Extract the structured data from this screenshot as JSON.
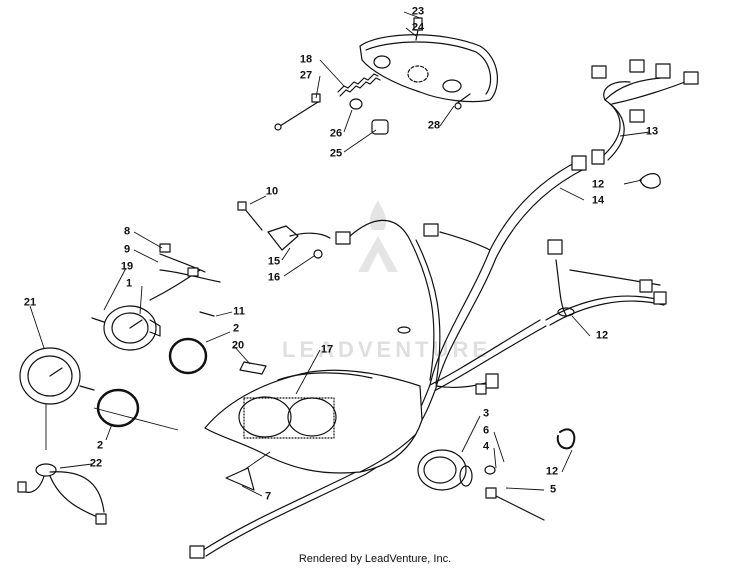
{
  "diagram": {
    "callouts": [
      {
        "id": "c23",
        "label": "23"
      },
      {
        "id": "c24",
        "label": "24"
      },
      {
        "id": "c18",
        "label": "18"
      },
      {
        "id": "c27",
        "label": "27"
      },
      {
        "id": "c26",
        "label": "26"
      },
      {
        "id": "c25",
        "label": "25"
      },
      {
        "id": "c28",
        "label": "28"
      },
      {
        "id": "c13",
        "label": "13"
      },
      {
        "id": "c12a",
        "label": "12"
      },
      {
        "id": "c14",
        "label": "14"
      },
      {
        "id": "c10",
        "label": "10"
      },
      {
        "id": "c15",
        "label": "15"
      },
      {
        "id": "c16",
        "label": "16"
      },
      {
        "id": "c8",
        "label": "8"
      },
      {
        "id": "c9",
        "label": "9"
      },
      {
        "id": "c19",
        "label": "19"
      },
      {
        "id": "c1",
        "label": "1"
      },
      {
        "id": "c11",
        "label": "11"
      },
      {
        "id": "c21",
        "label": "21"
      },
      {
        "id": "c2a",
        "label": "2"
      },
      {
        "id": "c20",
        "label": "20"
      },
      {
        "id": "c17",
        "label": "17"
      },
      {
        "id": "c12b",
        "label": "12"
      },
      {
        "id": "c3",
        "label": "3"
      },
      {
        "id": "c6",
        "label": "6"
      },
      {
        "id": "c4",
        "label": "4"
      },
      {
        "id": "c2b",
        "label": "2"
      },
      {
        "id": "c22",
        "label": "22"
      },
      {
        "id": "c12c",
        "label": "12"
      },
      {
        "id": "c5",
        "label": "5"
      },
      {
        "id": "c7",
        "label": "7"
      }
    ]
  },
  "watermark": "LEADVENTURE",
  "credit": "Rendered by LeadVenture, Inc."
}
